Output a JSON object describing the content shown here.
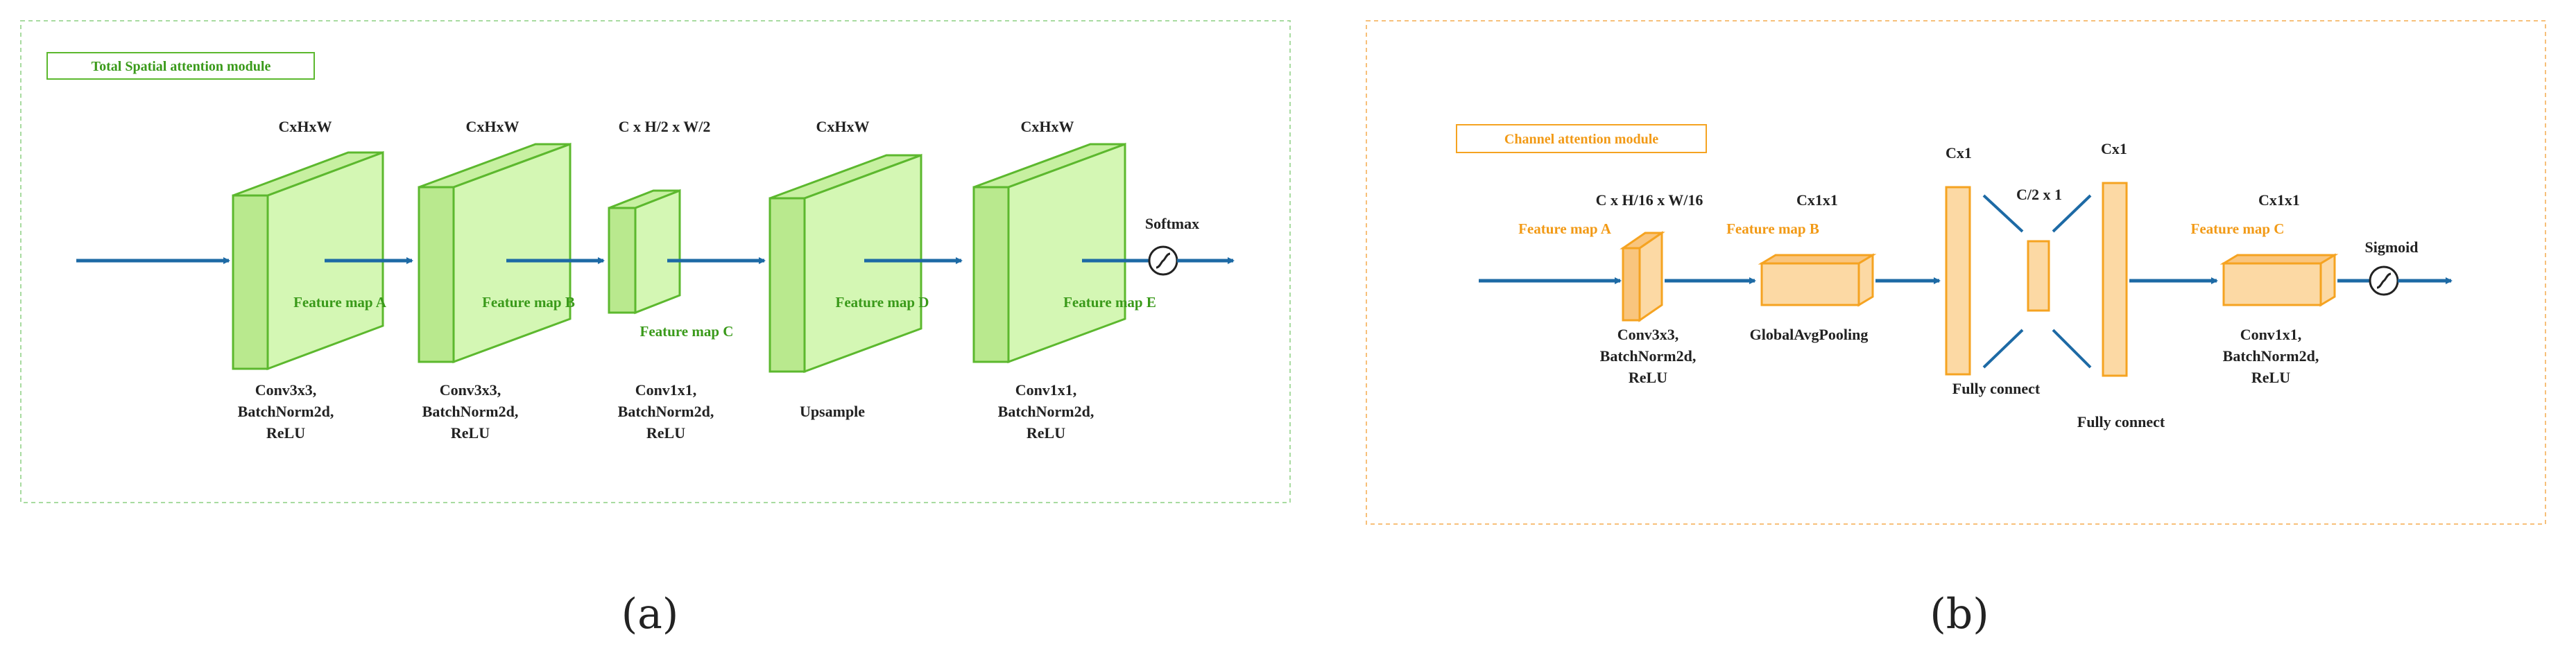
{
  "panel_a": {
    "title": "Total Spatial attention module",
    "caption": "(a)",
    "output_op": "Softmax",
    "blocks": [
      {
        "dim": "CxHxW",
        "feature": "Feature map A",
        "op_lines": [
          "Conv3x3,",
          "BatchNorm2d,",
          "ReLU"
        ]
      },
      {
        "dim": "CxHxW",
        "feature": "Feature map B",
        "op_lines": [
          "Conv3x3,",
          "BatchNorm2d,",
          "ReLU"
        ]
      },
      {
        "dim": "C x H/2 x W/2",
        "feature": "Feature map C",
        "op_lines": [
          "Conv1x1,",
          "BatchNorm2d,",
          "ReLU"
        ]
      },
      {
        "dim": "CxHxW",
        "feature": "Feature map D",
        "op_lines": [
          "Upsample"
        ]
      },
      {
        "dim": "CxHxW",
        "feature": "Feature map E",
        "op_lines": [
          "Conv1x1,",
          "BatchNorm2d,",
          "ReLU"
        ]
      }
    ]
  },
  "panel_b": {
    "title": "Channel attention module",
    "caption": "(b)",
    "output_op": "Sigmoid",
    "feature_a": {
      "dim": "C x H/16 x W/16",
      "feature": "Feature map A",
      "op_lines": [
        "Conv3x3,",
        "BatchNorm2d,",
        "ReLU"
      ]
    },
    "feature_b": {
      "dim": "Cx1x1",
      "feature": "Feature map B",
      "op_lines": [
        "GlobalAvgPooling"
      ]
    },
    "fc_in": {
      "dim": "Cx1"
    },
    "fc_mid": {
      "dim": "C/2 x 1",
      "op": "Fully connect"
    },
    "fc_out": {
      "dim": "Cx1",
      "op": "Fully connect"
    },
    "feature_c": {
      "dim": "Cx1x1",
      "feature": "Feature map C",
      "op_lines": [
        "Conv1x1,",
        "BatchNorm2d,",
        "ReLU"
      ]
    }
  },
  "colors": {
    "green_fill": "#d4f7b4",
    "green_stroke": "#5cb82e",
    "green_text": "#3a9a1a",
    "orange_fill": "#fcd9a4",
    "orange_stroke": "#f5a321",
    "orange_text": "#f29a16",
    "arrow": "#1d6aa5",
    "text": "#222222"
  }
}
